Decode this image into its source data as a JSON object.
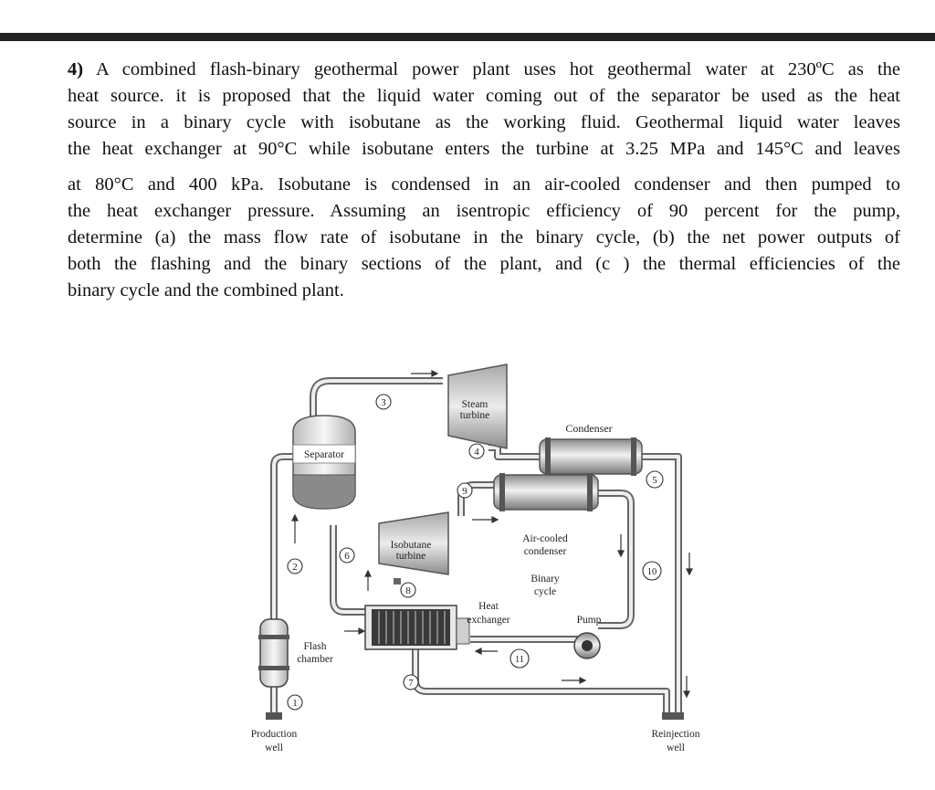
{
  "problem": {
    "number": "4)",
    "lines": [
      "A combined flash-binary geothermal power plant uses hot geothermal water at 230ºC as the",
      "heat source. it is proposed that the liquid water coming out of the separator be used as the heat",
      "source in a binary cycle with isobutane as the working fluid. Geothermal liquid water leaves",
      "the heat exchanger at 90°C while isobutane enters the turbine at 3.25 MPa and 145°C and leaves",
      "at 80°C and 400 kPa. Isobutane is condensed in an air-cooled condenser and then pumped to",
      "the heat exchanger pressure. Assuming an isentropic efficiency of 90 percent for the pump,",
      "determine (a) the mass flow rate of isobutane in the binary cycle, (b) the net power outputs of",
      "both the flashing and the binary sections of the plant, and (c ) the thermal efficiencies of the",
      "binary cycle and the combined plant."
    ]
  },
  "diagram": {
    "labels": {
      "steam_turbine": [
        "Steam",
        "turbine"
      ],
      "separator": "Separator",
      "condenser": "Condenser",
      "isobutane_turbine": [
        "Isobutane",
        "turbine"
      ],
      "air_cooled_condenser": [
        "Air-cooled",
        "condenser"
      ],
      "binary_cycle": [
        "Binary",
        "cycle"
      ],
      "heat_exchanger": [
        "Heat",
        "exchanger"
      ],
      "pump": "Pump",
      "flash_chamber": [
        "Flash",
        "chamber"
      ],
      "production_well": [
        "Production",
        "well"
      ],
      "reinjection_well": [
        "Reinjection",
        "well"
      ]
    },
    "states": [
      "1",
      "2",
      "3",
      "4",
      "5",
      "6",
      "7",
      "8",
      "9",
      "10",
      "11"
    ]
  }
}
